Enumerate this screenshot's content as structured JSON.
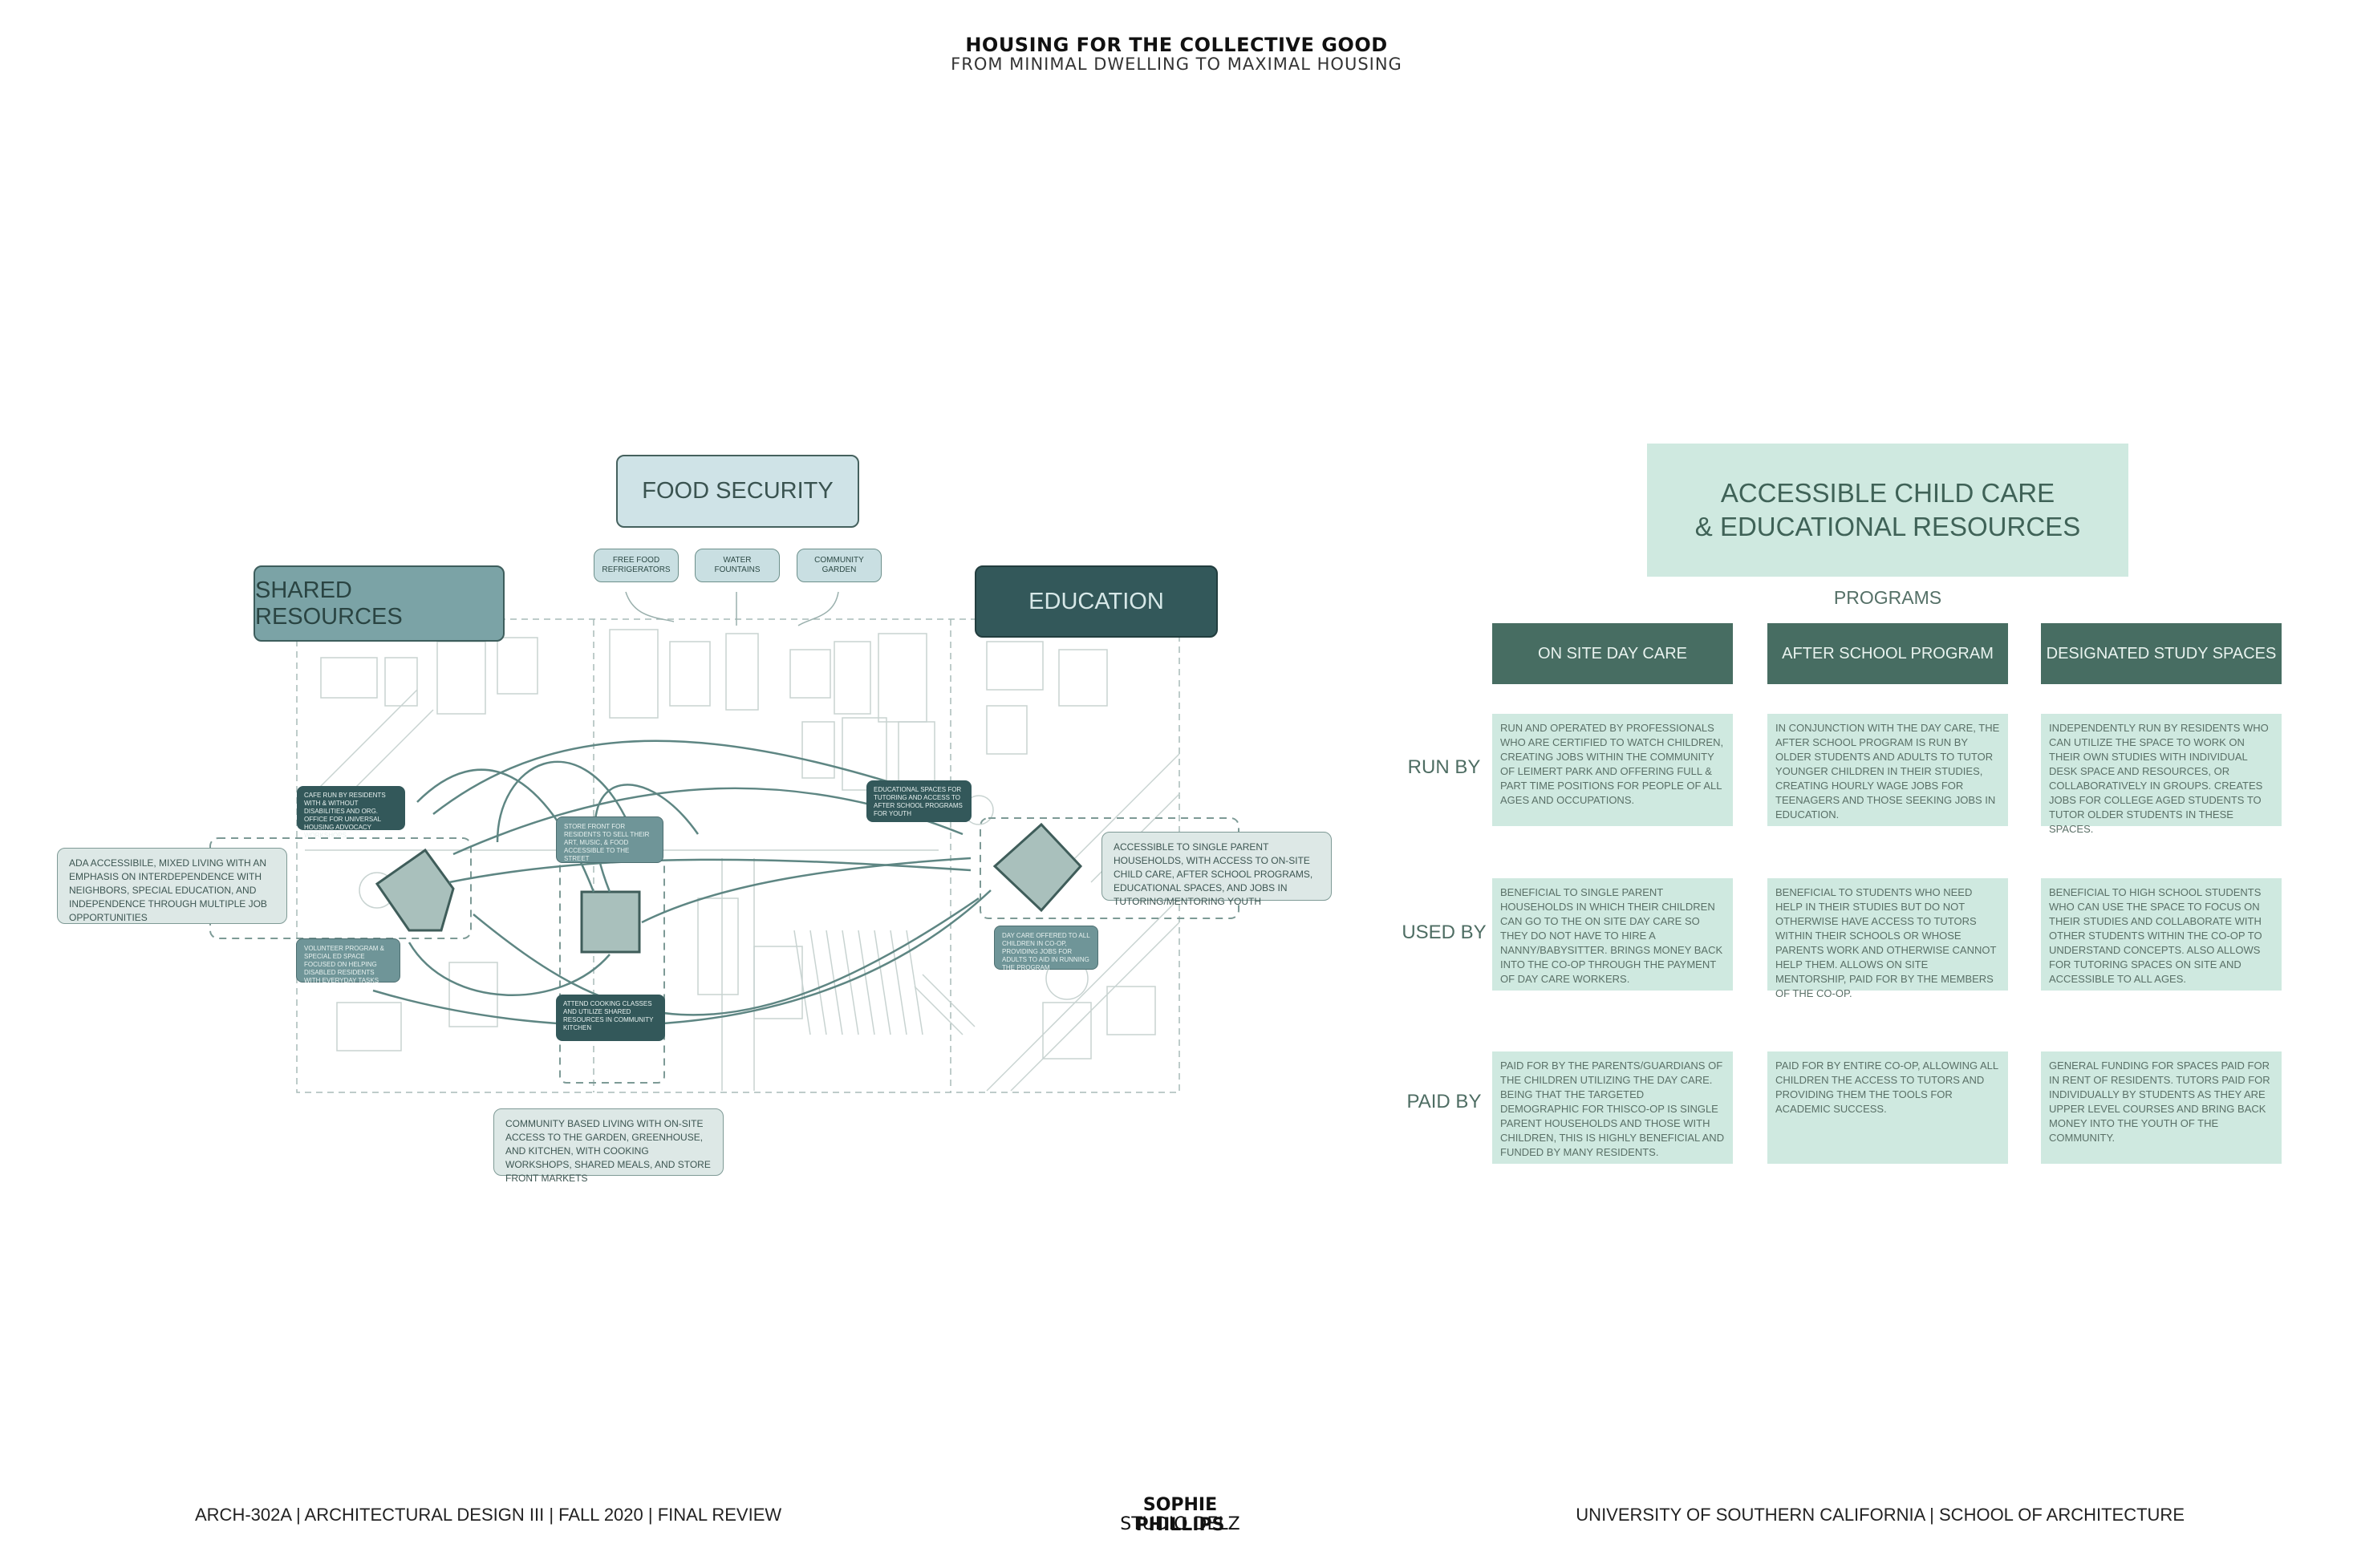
{
  "header": {
    "title": "HOUSING FOR THE COLLECTIVE GOOD",
    "subtitle": "FROM MINIMAL DWELLING TO MAXIMAL HOUSING"
  },
  "footer": {
    "course": "ARCH-302A | ARCHITECTURAL DESIGN III | FALL 2020 | FINAL REVIEW",
    "author": "SOPHIE PHILLIPS",
    "studio": "STUDIO DELZ",
    "school": "UNIVERSITY OF SOUTHERN CALIFORNIA | SCHOOL OF ARCHITECTURE"
  },
  "diagram": {
    "categories": {
      "food_security": "FOOD SECURITY",
      "shared_resources": "SHARED RESOURCES",
      "education": "EDUCATION"
    },
    "food_items": [
      "FREE FOOD REFRIGERATORS",
      "WATER FOUNTAINS",
      "COMMUNITY GARDEN"
    ],
    "notes": {
      "left": "ADA ACCESSIBILE, MIXED LIVING WITH AN EMPHASIS ON INTERDEPENDENCE WITH NEIGHBORS, SPECIAL EDUCATION, AND INDEPENDENCE THROUGH MULTIPLE JOB OPPORTUNITIES",
      "right": "ACCESSIBLE TO SINGLE PARENT HOUSEHOLDS, WITH ACCESS TO ON-SITE CHILD CARE, AFTER SCHOOL PROGRAMS, EDUCATIONAL SPACES, AND JOBS IN TUTORING/MENTORING YOUTH",
      "bottom": "COMMUNITY BASED LIVING WITH ON-SITE ACCESS TO THE GARDEN, GREENHOUSE, AND KITCHEN, WITH COOKING WORKSHOPS, SHARED MEALS, AND STORE FRONT MARKETS"
    },
    "labels": {
      "cafe": "CAFE RUN BY RESIDENTS WITH & WITHOUT DISABILITIES AND ORG. OFFICE FOR UNIVERSAL HOUSING ADVOCACY WORKSHOPS",
      "store": "STORE FRONT FOR RESIDENTS TO SELL THEIR ART, MUSIC, & FOOD ACCESSIBLE TO THE STREET",
      "edu_spaces": "EDUCATIONAL SPACES FOR TUTORING AND ACCESS TO AFTER SCHOOL PROGRAMS FOR YOUTH",
      "volunteer": "VOLUNTEER PROGRAM & SPECIAL ED SPACE FOCUSED ON HELPING DISABLED RESIDENTS WITH EVERYDAY TASKS",
      "cooking": "ATTEND COOKING CLASSES AND UTILIZE SHARED RESOURCES IN COMMUNITY KITCHEN",
      "daycare": "DAY CARE OFFERED TO ALL CHILDREN IN CO-OP, PROVIDING JOBS FOR ADULTS TO AID IN RUNNING THE PROGRAM"
    }
  },
  "childcare": {
    "title_line1": "ACCESSIBLE CHILD CARE",
    "title_line2": "& EDUCATIONAL RESOURCES",
    "programs_label": "PROGRAMS",
    "programs": [
      "ON SITE DAY CARE",
      "AFTER SCHOOL PROGRAM",
      "DESIGNATED STUDY SPACES"
    ],
    "rows": [
      {
        "label": "RUN BY",
        "cells": [
          "RUN AND OPERATED BY PROFESSIONALS WHO ARE CERTIFIED TO WATCH CHILDREN, CREATING JOBS WITHIN THE COMMUNITY OF LEIMERT PARK AND OFFERING FULL & PART TIME POSITIONS FOR PEOPLE OF ALL AGES AND OCCUPATIONS.",
          "IN CONJUNCTION WITH THE DAY CARE, THE AFTER SCHOOL PROGRAM IS RUN BY OLDER STUDENTS AND ADULTS TO TUTOR YOUNGER CHILDREN IN THEIR STUDIES, CREATING HOURLY WAGE JOBS FOR TEENAGERS AND THOSE SEEKING JOBS IN EDUCATION.",
          "INDEPENDENTLY RUN BY RESIDENTS WHO CAN UTILIZE THE SPACE TO WORK ON THEIR OWN STUDIES WITH INDIVIDUAL DESK SPACE AND RESOURCES, OR COLLABORATIVELY IN GROUPS. CREATES JOBS FOR COLLEGE AGED STUDENTS TO TUTOR OLDER STUDENTS IN THESE SPACES."
        ]
      },
      {
        "label": "USED BY",
        "cells": [
          "BENEFICIAL TO SINGLE PARENT HOUSEHOLDS IN WHICH THEIR CHILDREN CAN GO TO THE ON SITE DAY CARE SO THEY DO NOT HAVE TO HIRE A NANNY/BABYSITTER. BRINGS MONEY BACK INTO THE CO-OP THROUGH THE PAYMENT OF DAY CARE WORKERS.",
          "BENEFICIAL TO STUDENTS WHO NEED HELP IN THEIR STUDIES BUT DO NOT OTHERWISE HAVE ACCESS TO TUTORS WITHIN THEIR SCHOOLS OR WHOSE PARENTS WORK AND OTHERWISE CANNOT HELP THEM. ALLOWS ON SITE MENTORSHIP, PAID FOR BY THE MEMBERS OF THE CO-OP.",
          "BENEFICIAL TO HIGH SCHOOL STUDENTS WHO CAN USE THE SPACE TO FOCUS ON THEIR STUDIES AND COLLABORATE WITH OTHER STUDENTS WITHIN THE CO-OP TO UNDERSTAND CONCEPTS. ALSO ALLOWS FOR TUTORING SPACES ON SITE AND ACCESSIBLE TO ALL AGES."
        ]
      },
      {
        "label": "PAID BY",
        "cells": [
          "PAID FOR BY THE PARENTS/GUARDIANS OF THE CHILDREN UTILIZING THE DAY CARE. BEING THAT THE TARGETED DEMOGRAPHIC FOR THISCO-OP IS SINGLE PARENT HOUSEHOLDS AND THOSE WITH CHILDREN, THIS IS HIGHLY BENEFICIAL AND FUNDED BY MANY RESIDENTS.",
          "PAID FOR BY ENTIRE CO-OP, ALLOWING ALL CHILDREN THE ACCESS TO TUTORS AND PROVIDING THEM THE TOOLS FOR ACADEMIC SUCCESS.",
          "GENERAL FUNDING FOR SPACES PAID FOR IN RENT OF RESIDENTS. TUTORS PAID FOR INDIVIDUALLY BY STUDENTS AS THEY ARE UPPER LEVEL COURSES AND BRING BACK MONEY INTO THE YOUTH OF THE COMMUNITY."
        ]
      }
    ]
  }
}
